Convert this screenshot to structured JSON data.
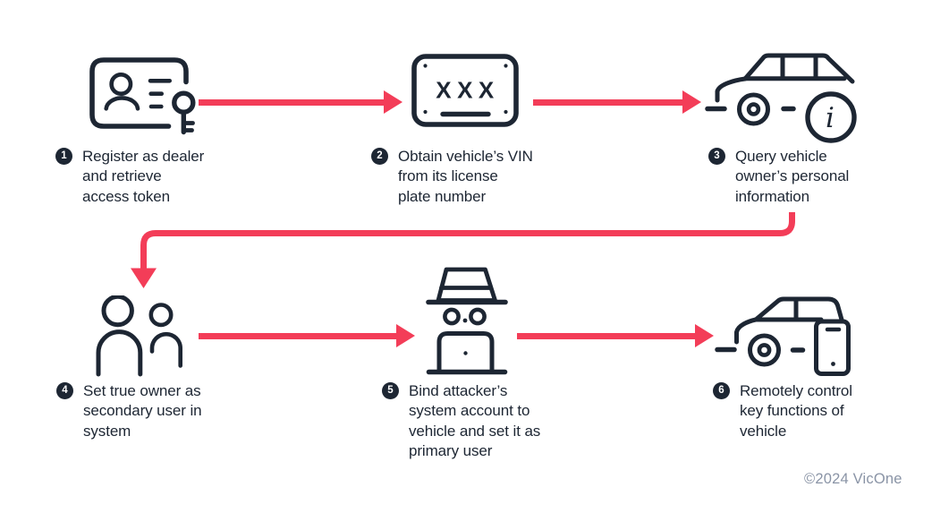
{
  "diagram": {
    "name": "vehicle-account-takeover-attack-flow",
    "colors": {
      "accent": "#F33D58",
      "ink": "#1D2633",
      "footer_text": "#8A94A6",
      "background": "#FFFFFF"
    },
    "footer": "©2024 VicOne",
    "steps": [
      {
        "num": "1",
        "icon": "id-card-key-icon",
        "label": "Register as dealer\nand retrieve\naccess token"
      },
      {
        "num": "2",
        "icon": "license-plate-icon",
        "plate_text": "XXX",
        "label": "Obtain vehicle’s VIN\nfrom its license\nplate number"
      },
      {
        "num": "3",
        "icon": "car-info-icon",
        "info_glyph": "i",
        "label": "Query vehicle\nowner’s personal\ninformation"
      },
      {
        "num": "4",
        "icon": "two-users-icon",
        "label": "Set true owner as\nsecondary user in\nsystem"
      },
      {
        "num": "5",
        "icon": "hacker-laptop-icon",
        "label": "Bind attacker’s\nsystem account to\nvehicle and set it as\nprimary user"
      },
      {
        "num": "6",
        "icon": "car-smartphone-icon",
        "label": "Remotely control\nkey functions of\nvehicle"
      }
    ]
  }
}
